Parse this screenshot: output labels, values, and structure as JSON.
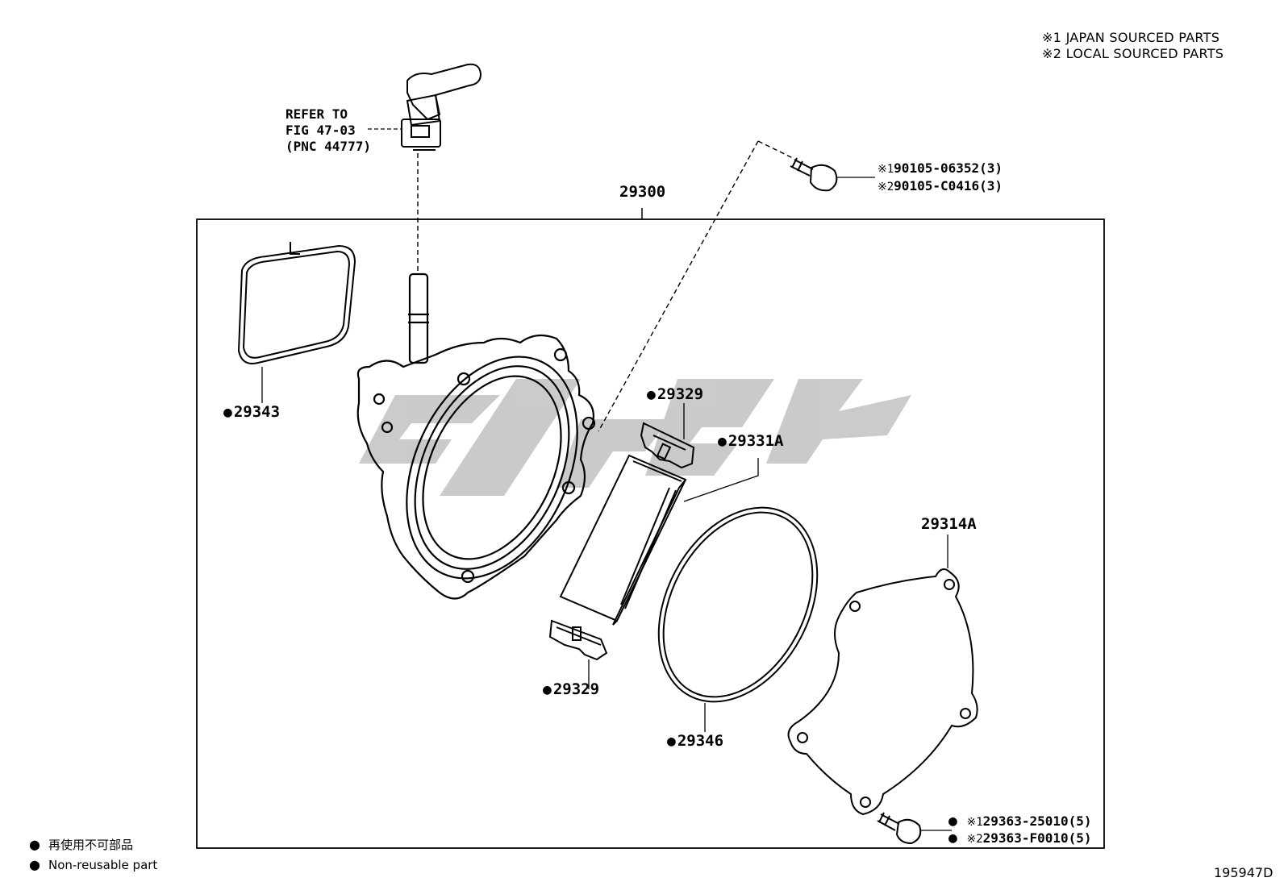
{
  "notes": {
    "japan": "※1 JAPAN SOURCED PARTS",
    "local": "※2 LOCAL SOURCED PARTS"
  },
  "refer": {
    "line1": "REFER TO",
    "line2": "FIG 47-03",
    "line3": "(PNC 44777)"
  },
  "assembly_label": "29300",
  "parts": {
    "p29343": "29343",
    "p29329_top": "29329",
    "p29331A": "29331A",
    "p29314A": "29314A",
    "p29329_bottom": "29329",
    "p29346": "29346"
  },
  "bolt_top": {
    "sym1": "※1",
    "pn1": "90105-06352(3)",
    "sym2": "※2",
    "pn2": "90105-C0416(3)"
  },
  "bolt_bottom": {
    "sym1": "※1",
    "pn1": "29363-25010(5)",
    "sym2": "※2",
    "pn2": "29363-F0010(5)"
  },
  "legend": {
    "jp": "再使用不可部品",
    "en": "Non-reusable part"
  },
  "figure_id": "195947D",
  "watermark_color": "#c8c8c8"
}
